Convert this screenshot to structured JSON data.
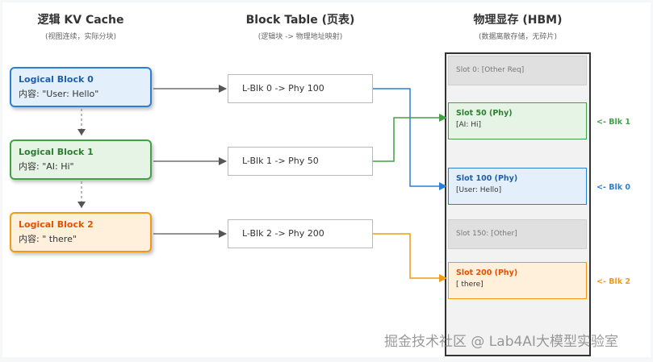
{
  "columns": {
    "logical": {
      "title": "逻辑 KV Cache",
      "subtitle": "(视图连续，实际分块)"
    },
    "table": {
      "title": "Block Table (页表)",
      "subtitle": "(逻辑块 -> 物理地址映射)"
    },
    "physical": {
      "title": "物理显存 (HBM)",
      "subtitle": "(数据离散存储，无碎片)"
    }
  },
  "logical_blocks": [
    {
      "title": "Logical Block 0",
      "content": "内容: \"User: Hello\"",
      "color": "#1f5fa8",
      "border": "#2b7fd4",
      "bg": "#e3f0fc"
    },
    {
      "title": "Logical Block 1",
      "content": "内容: \"AI: Hi\"",
      "color": "#2e7d32",
      "border": "#43a047",
      "bg": "#e6f4e6"
    },
    {
      "title": "Logical Block 2",
      "content": "内容: \" there\"",
      "color": "#e65100",
      "border": "#f29a16",
      "bg": "#fff0dc"
    }
  ],
  "page_table": [
    "L-Blk 0 -> Phy 100",
    "L-Blk 1 -> Phy 50",
    "L-Blk 2 -> Phy 200"
  ],
  "slots": [
    {
      "kind": "gray",
      "label": "Slot 0: [Other Req]"
    },
    {
      "kind": "used",
      "title": "Slot 50 (Phy)",
      "content": "[AI: Hi]",
      "color": "#2e7d32",
      "border": "#43a047",
      "bg": "#e6f4e6"
    },
    {
      "kind": "used",
      "title": "Slot 100 (Phy)",
      "content": "[User: Hello]",
      "color": "#1f5fa8",
      "border": "#2b7fd4",
      "bg": "#e3f0fc"
    },
    {
      "kind": "gray",
      "label": "Slot 150: [Other]"
    },
    {
      "kind": "used",
      "title": "Slot 200 (Phy)",
      "content": "[ there]",
      "color": "#e65100",
      "border": "#f29a16",
      "bg": "#fff0dc"
    }
  ],
  "slot_markers": [
    {
      "label": "<- Blk 1",
      "color": "#43a047"
    },
    {
      "label": "<- Blk 0",
      "color": "#2b7fd4"
    },
    {
      "label": "<- Blk 2",
      "color": "#f29a16"
    }
  ],
  "watermark": "掘金技术社区 @ Lab4AI大模型实验室"
}
